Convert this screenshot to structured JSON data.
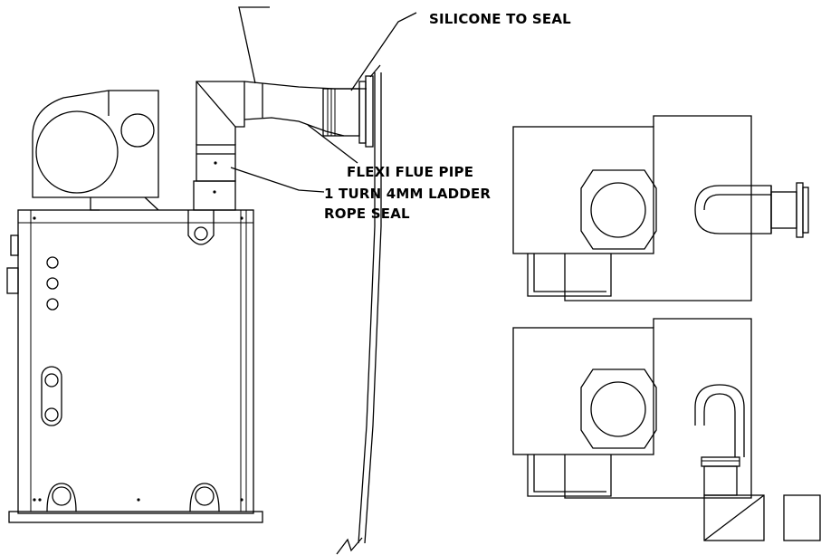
{
  "labels": {
    "silicone": "SILICONE TO SEAL",
    "flexi": "FLEXI FLUE PIPE",
    "rope_line1": "1 TURN 4MM LADDER",
    "rope_line2": "ROPE SEAL"
  }
}
